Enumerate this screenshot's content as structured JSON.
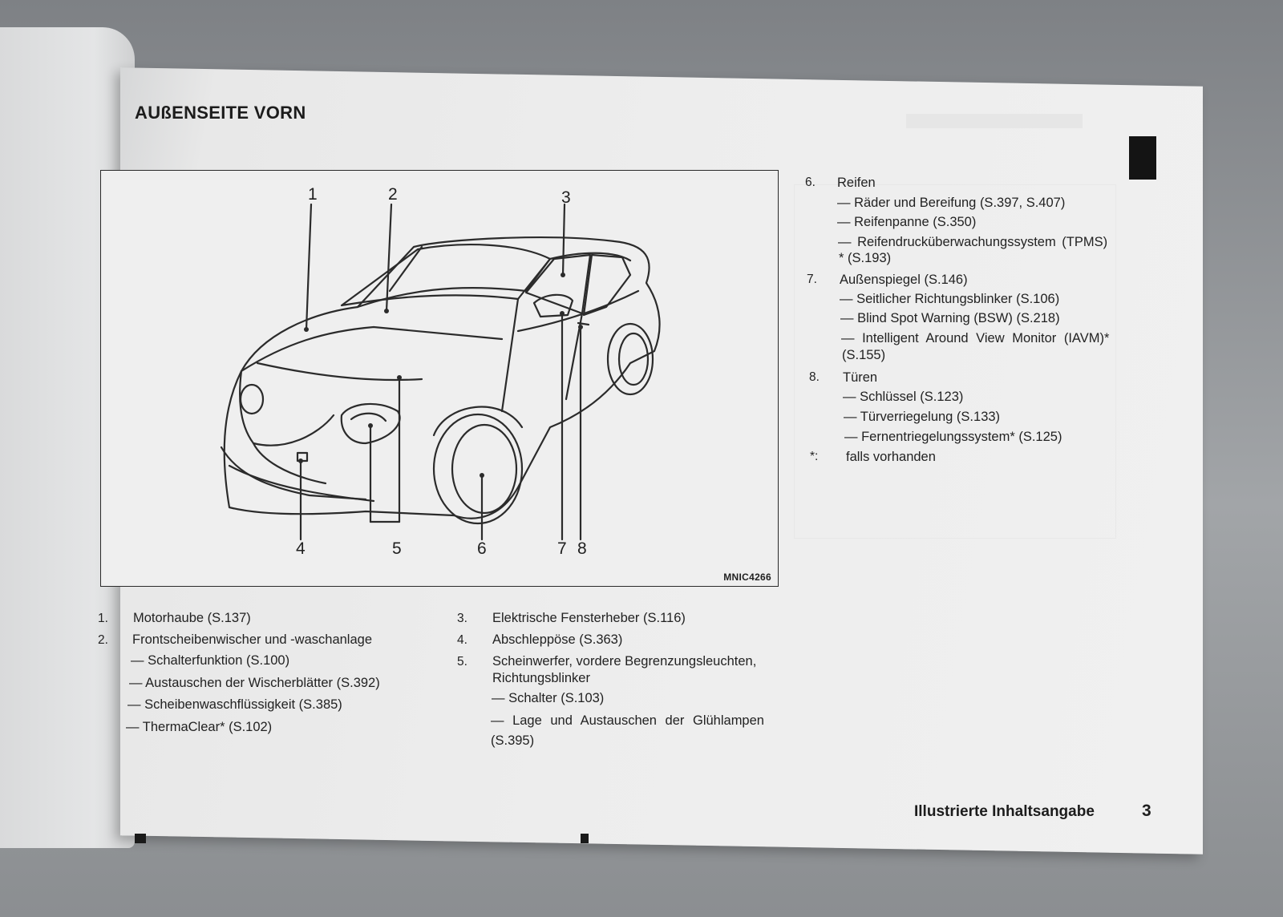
{
  "page": {
    "title": "AUßENSEITE VORN",
    "footer_label": "Illustrierte Inhaltsangabe",
    "page_number": "3"
  },
  "figure": {
    "code": "MNIC4266",
    "callouts": [
      "1",
      "2",
      "3",
      "4",
      "5",
      "6",
      "7",
      "8"
    ]
  },
  "left_list": {
    "items": [
      {
        "num": "1.",
        "text": "Motorhaube (S.137)"
      },
      {
        "num": "2.",
        "text": "Frontscheibenwischer und -waschanlage"
      }
    ],
    "subs": [
      "— Schalterfunktion (S.100)",
      "— Austauschen der Wischerblätter (S.392)",
      "— Scheibenwaschflüssigkeit (S.385)",
      "— ThermaClear* (S.102)"
    ]
  },
  "middle_list": {
    "items": [
      {
        "num": "3.",
        "text": "Elektrische Fensterheber (S.116)"
      },
      {
        "num": "4.",
        "text": "Abschleppöse (S.363)"
      },
      {
        "num": "5.",
        "text": "Scheinwerfer, vordere Begrenzungsleuchten,",
        "text2": "Richtungsblinker"
      }
    ],
    "subs": [
      "— Schalter (S.103)",
      "— Lage und Austauschen der Glühlampen",
      "(S.395)"
    ]
  },
  "right_list": {
    "items": [
      {
        "num": "6.",
        "text": "Reifen"
      },
      {
        "num": "7.",
        "text": "Außenspiegel (S.146)"
      },
      {
        "num": "8.",
        "text": "Türen"
      },
      {
        "num": "*:",
        "text": "falls vorhanden"
      }
    ],
    "subs_6": [
      "— Räder und Bereifung (S.397, S.407)",
      "— Reifenpanne (S.350)",
      "— Reifendrucküberwachungssystem (TPMS)",
      "* (S.193)"
    ],
    "subs_7": [
      "— Seitlicher Richtungsblinker (S.106)",
      "— Blind Spot Warning (BSW) (S.218)",
      "— Intelligent Around View Monitor (IAVM)*",
      "(S.155)"
    ],
    "subs_8": [
      "— Schlüssel (S.123)",
      "— Türverriegelung (S.133)",
      "— Fernentriegelungssystem* (S.125)"
    ]
  }
}
